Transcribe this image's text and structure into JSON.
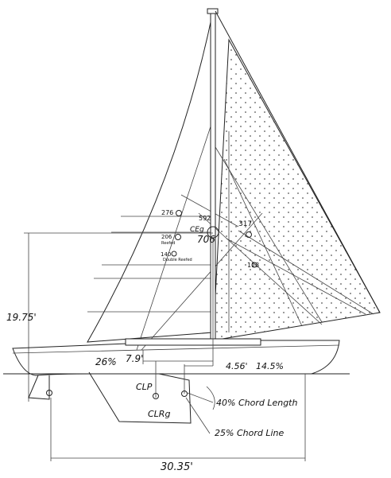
{
  "labels": {
    "height": "19.75'",
    "sail_276": "276",
    "sail_592": "592",
    "sail_206": "206",
    "reefed": "Reefed",
    "sail_140": "140",
    "double_reefed": "Double Reefed",
    "ce": "CEg",
    "ce_value": "706",
    "jib_317": "317",
    "jib_113": "113",
    "pct_26": "26%",
    "dist_79": "7.9'",
    "dist_456": "4.56'",
    "pct_145": "14.5%",
    "clp": "CLP",
    "clrg": "CLRg",
    "chord_length": "40% Chord Length",
    "chord_line": "25% Chord Line",
    "length": "30.35'"
  },
  "colors": {
    "line": "#222222",
    "jib_dots": "#555555"
  }
}
